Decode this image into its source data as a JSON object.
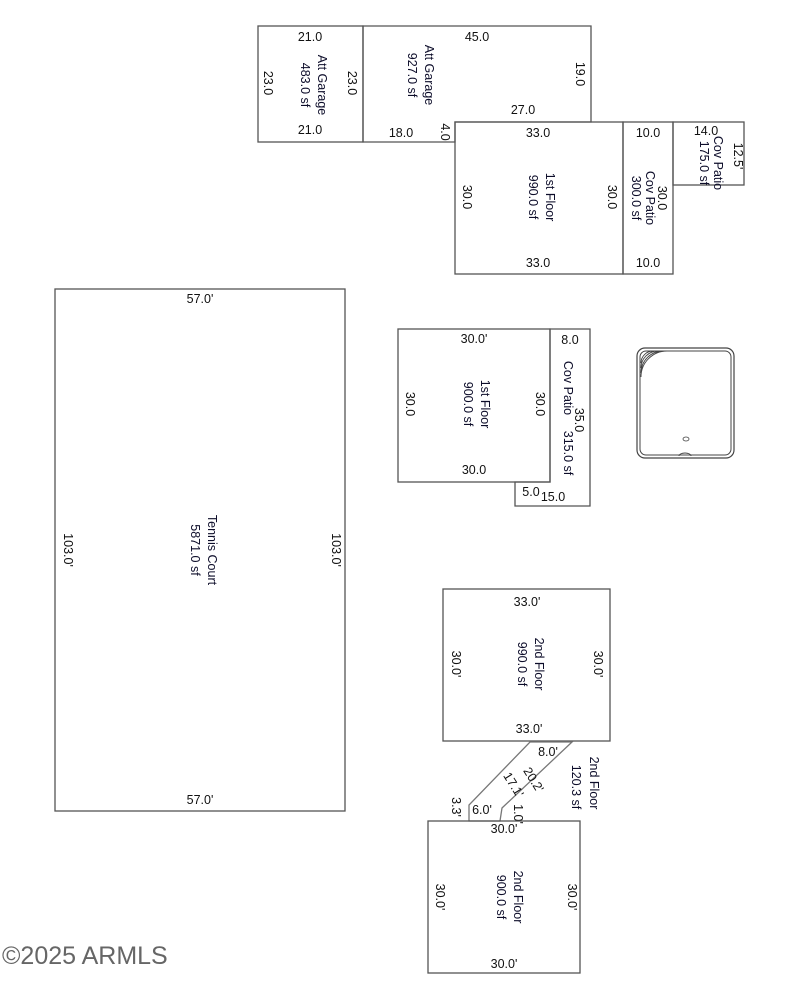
{
  "rooms": {
    "garage1": {
      "name": "Att Garage",
      "area": "483.0 sf",
      "top": "21.0",
      "bottom": "21.0",
      "left": "23.0",
      "right": "23.0"
    },
    "garage2": {
      "name": "Att Garage",
      "area": "927.0 sf",
      "top": "45.0",
      "right": "19.0",
      "inner": "27.0",
      "bottom": "18.0",
      "step": "4.0"
    },
    "floor1a": {
      "name": "1st Floor",
      "area": "990.0 sf",
      "top": "33.0",
      "bottom": "33.0",
      "left": "30.0",
      "right": "30.0"
    },
    "patio1": {
      "name": "Cov Patio",
      "area": "300.0 sf",
      "top": "10.0",
      "bottom": "10.0",
      "side": "30.0"
    },
    "patio2": {
      "name": "Cov Patio",
      "area": "175.0 sf",
      "top": "14.0",
      "side": "12.5'"
    },
    "tennis": {
      "name": "Tennis Court",
      "area": "5871.0 sf",
      "top": "57.0'",
      "bottom": "57.0'",
      "left": "103.0'",
      "right": "103.0'"
    },
    "floor1b": {
      "name": "1st Floor",
      "area": "900.0 sf",
      "top": "30.0'",
      "bottom": "30.0",
      "left": "30.0",
      "right": "30.0"
    },
    "patio3": {
      "name": "Cov Patio",
      "area": "315.0 sf",
      "top": "8.0",
      "side": "35.0",
      "bottom": "15.0",
      "step": "5.0"
    },
    "floor2a": {
      "name": "2nd  Floor",
      "area": "990.0 sf",
      "top": "33.0'",
      "bottom": "33.0'",
      "left": "30.0'",
      "right": "30.0'"
    },
    "bridge": {
      "name": "2nd  Floor",
      "area": "120.3 sf",
      "top": "8.0'",
      "long": "20.2'",
      "short": "17.1'",
      "bottom": "6.0'",
      "left": "3.3'",
      "right": "1.0'"
    },
    "floor2b": {
      "name": "2nd  Floor",
      "area": "900.0 sf",
      "top": "30.0'",
      "bottom": "30.0'",
      "left": "30.0'",
      "right": "30.0'"
    }
  },
  "pool": {
    "icon": "pool-icon"
  },
  "watermark": "©2025 ARMLS"
}
